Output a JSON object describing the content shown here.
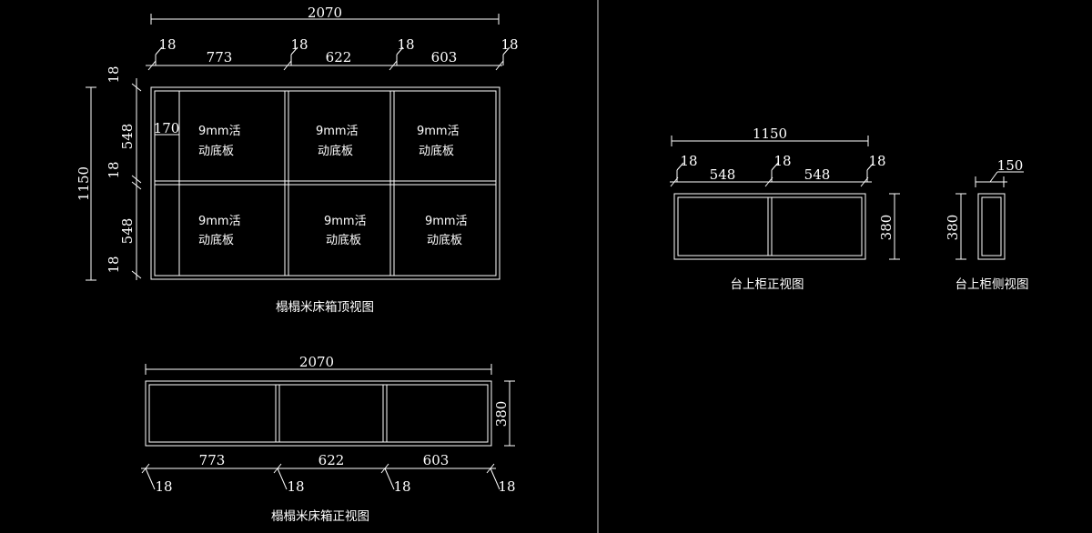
{
  "top_view": {
    "overall_width": "2070",
    "widths": [
      "773",
      "622",
      "603"
    ],
    "thickness": "18",
    "height": "1150",
    "row_heights": [
      "548",
      "548"
    ],
    "inner_offset": "170",
    "panel_label_line1": "9mm活",
    "panel_label_line2": "动底板",
    "title": "榻榻米床箱顶视图"
  },
  "front_view": {
    "overall_width": "2070",
    "widths": [
      "773",
      "622",
      "603"
    ],
    "thickness": "18",
    "height": "380",
    "title": "榻榻米床箱正视图"
  },
  "cabinet_front": {
    "overall_width": "1150",
    "widths": [
      "548",
      "548"
    ],
    "thickness": "18",
    "height": "380",
    "title": "台上柜正视图"
  },
  "cabinet_side": {
    "depth": "150",
    "height": "380",
    "title": "台上柜侧视图"
  }
}
